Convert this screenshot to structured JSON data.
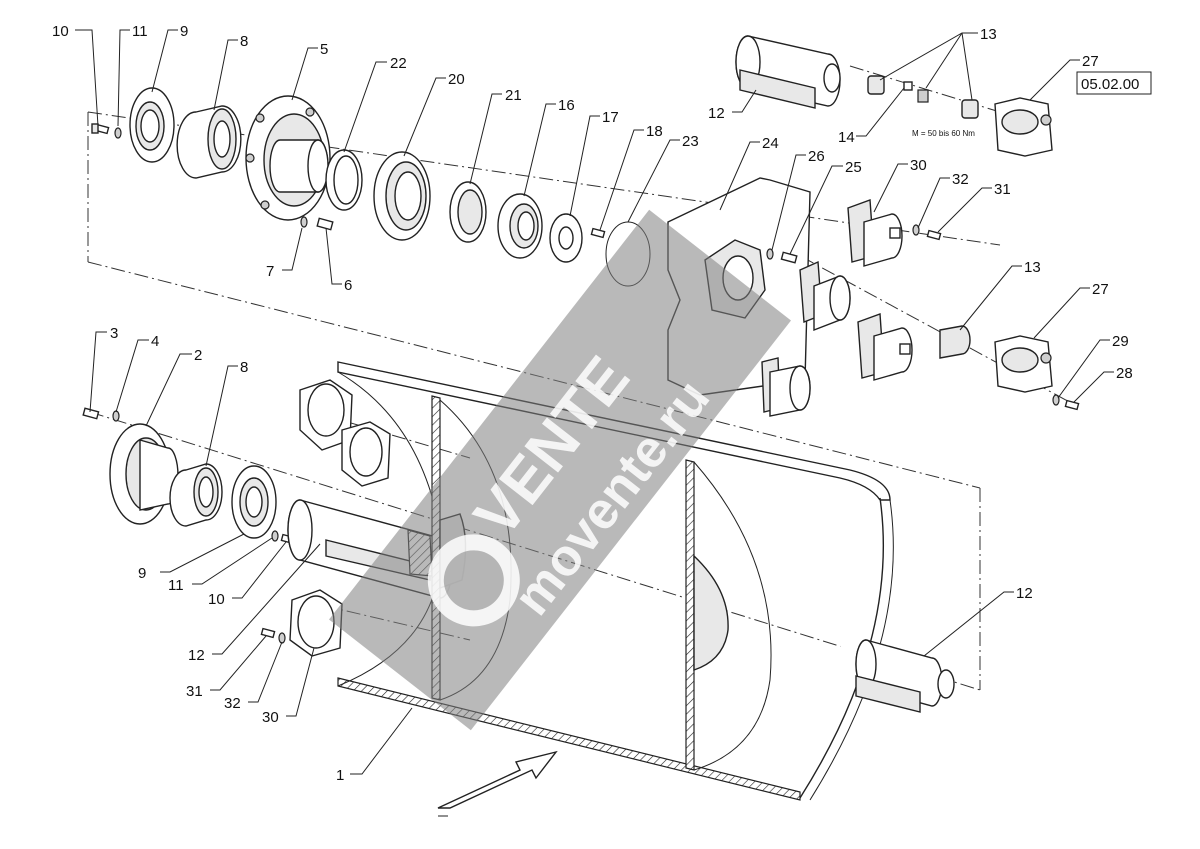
{
  "reference_code": "05.02.00",
  "torque_note": "M = 50 bis 60 Nm",
  "watermark": {
    "brand_top": "VENTE",
    "brand_bottom": "movente.ru"
  },
  "part_labels": {
    "p10a": "10",
    "p11a": "11",
    "p9a": "9",
    "p8a": "8",
    "p5": "5",
    "p22": "22",
    "p20": "20",
    "p21": "21",
    "p16": "16",
    "p17": "17",
    "p18": "18",
    "p23": "23",
    "p24": "24",
    "p26": "26",
    "p25": "25",
    "p30a": "30",
    "p32a": "32",
    "p31a": "31",
    "p13a": "13",
    "p27a": "27",
    "p12a": "12",
    "p14": "14",
    "p7": "7",
    "p6": "6",
    "p13b": "13",
    "p27b": "27",
    "p29": "29",
    "p28": "28",
    "p3": "3",
    "p4": "4",
    "p2": "2",
    "p8b": "8",
    "p9b": "9",
    "p11b": "11",
    "p10b": "10",
    "p12b": "12",
    "p31b": "31",
    "p32b": "32",
    "p30b": "30",
    "p12c": "12",
    "p1": "1"
  }
}
